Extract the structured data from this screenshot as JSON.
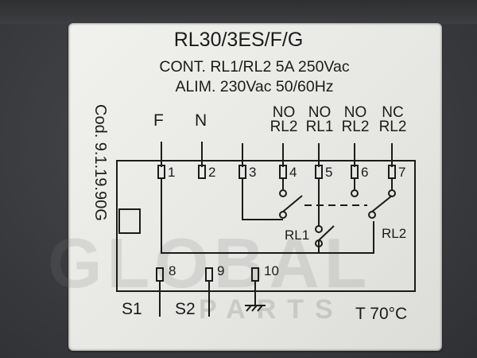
{
  "label": {
    "model": "RL30/3ES/F/G",
    "spec_contacts": "CONT. RL1/RL2 5A 250Vac",
    "spec_supply": "ALIM. 230Vac 50/60Hz",
    "code": "Cod. 9.1.19.90G",
    "supply_labels": {
      "phase": "F",
      "neutral": "N"
    },
    "contact_headers": [
      {
        "type": "NO",
        "relay": "RL2"
      },
      {
        "type": "NO",
        "relay": "RL1"
      },
      {
        "type": "NO",
        "relay": "RL2"
      },
      {
        "type": "NC",
        "relay": "RL2"
      }
    ],
    "terminals_top": [
      "1",
      "2",
      "3",
      "4",
      "5",
      "6",
      "7"
    ],
    "terminals_bottom": [
      "8",
      "9",
      "10"
    ],
    "relay_labels": {
      "rl1": "RL1",
      "rl2": "RL2"
    },
    "input_labels": {
      "s1": "S1",
      "s2": "S2"
    },
    "temperature": "T 70°C"
  },
  "watermark": {
    "main": "GLOBAL",
    "sub": "PARTS"
  }
}
